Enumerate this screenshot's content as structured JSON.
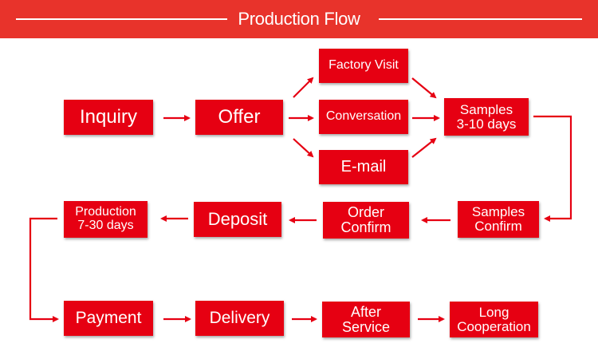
{
  "header": {
    "title": "Production Flow"
  },
  "colors": {
    "header_bg": "#e8332b",
    "box_bg": "#e60012",
    "arrow": "#e60012",
    "text": "#ffffff"
  },
  "nodes": {
    "inquiry": "Inquiry",
    "offer": "Offer",
    "factory_visit": "Factory Visit",
    "conversation": "Conversation",
    "email": "E-mail",
    "samples": "Samples\n3-10 days",
    "samples_confirm": "Samples\nConfirm",
    "order_confirm": "Order\nConfirm",
    "deposit": "Deposit",
    "production": "Production\n7-30 days",
    "payment": "Payment",
    "delivery": "Delivery",
    "after_service": "After\nService",
    "long_cooperation": "Long\nCooperation"
  }
}
